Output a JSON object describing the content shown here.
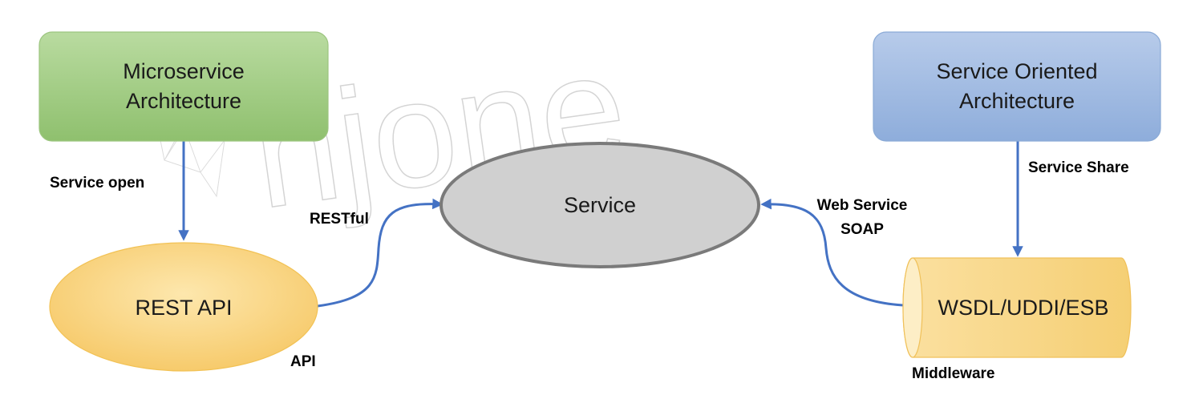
{
  "watermark": "njone",
  "colors": {
    "connector": "#4472C4",
    "green_fill": "#a9d18e",
    "blue_fill": "#a4bde3",
    "gray_fill": "#d0d0d0",
    "yellow_fill": "#f9d98a"
  },
  "nodes": {
    "microservice": {
      "line1": "Microservice",
      "line2": "Architecture"
    },
    "soa": {
      "line1": "Service Oriented",
      "line2": "Architecture"
    },
    "service": {
      "label": "Service"
    },
    "rest_api": {
      "label": "REST API"
    },
    "middleware": {
      "label": "WSDL/UDDI/ESB"
    }
  },
  "edge_labels": {
    "service_open": "Service open",
    "restful": "RESTful",
    "api": "API",
    "web_service": "Web Service",
    "soap": "SOAP",
    "service_share": "Service Share",
    "middleware": "Middleware"
  }
}
